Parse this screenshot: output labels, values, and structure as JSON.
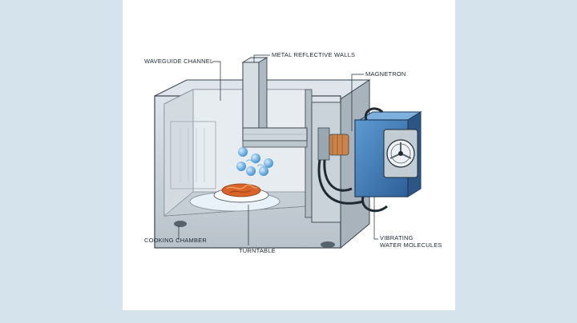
{
  "diagram": {
    "labels": {
      "waveguide_channel": "WAVEGUIDE CHANNEL",
      "metal_reflective_walls": "METAL REFLECTIVE WALLS",
      "magnetron": "MAGNETRON",
      "cooking_chamber": "COOKING CHAMBER",
      "turntable": "TURNTABLE",
      "vibrating_line1": "VIBRATING",
      "vibrating_line2": "WATER MOLECULES"
    },
    "icons": {
      "molecules": "water-molecule-icon",
      "fan": "fan-icon",
      "food": "pasta-plate-icon"
    },
    "colors": {
      "page_background": "#d5e3ec",
      "canvas_background": "#ffffff",
      "metal": "#c7d0d8",
      "metal_dark": "#8d98a2",
      "magnetron_box": "#3d7ab8",
      "molecules": "#5aa4dd",
      "food": "#d8642a",
      "outline": "#3a4650"
    }
  }
}
